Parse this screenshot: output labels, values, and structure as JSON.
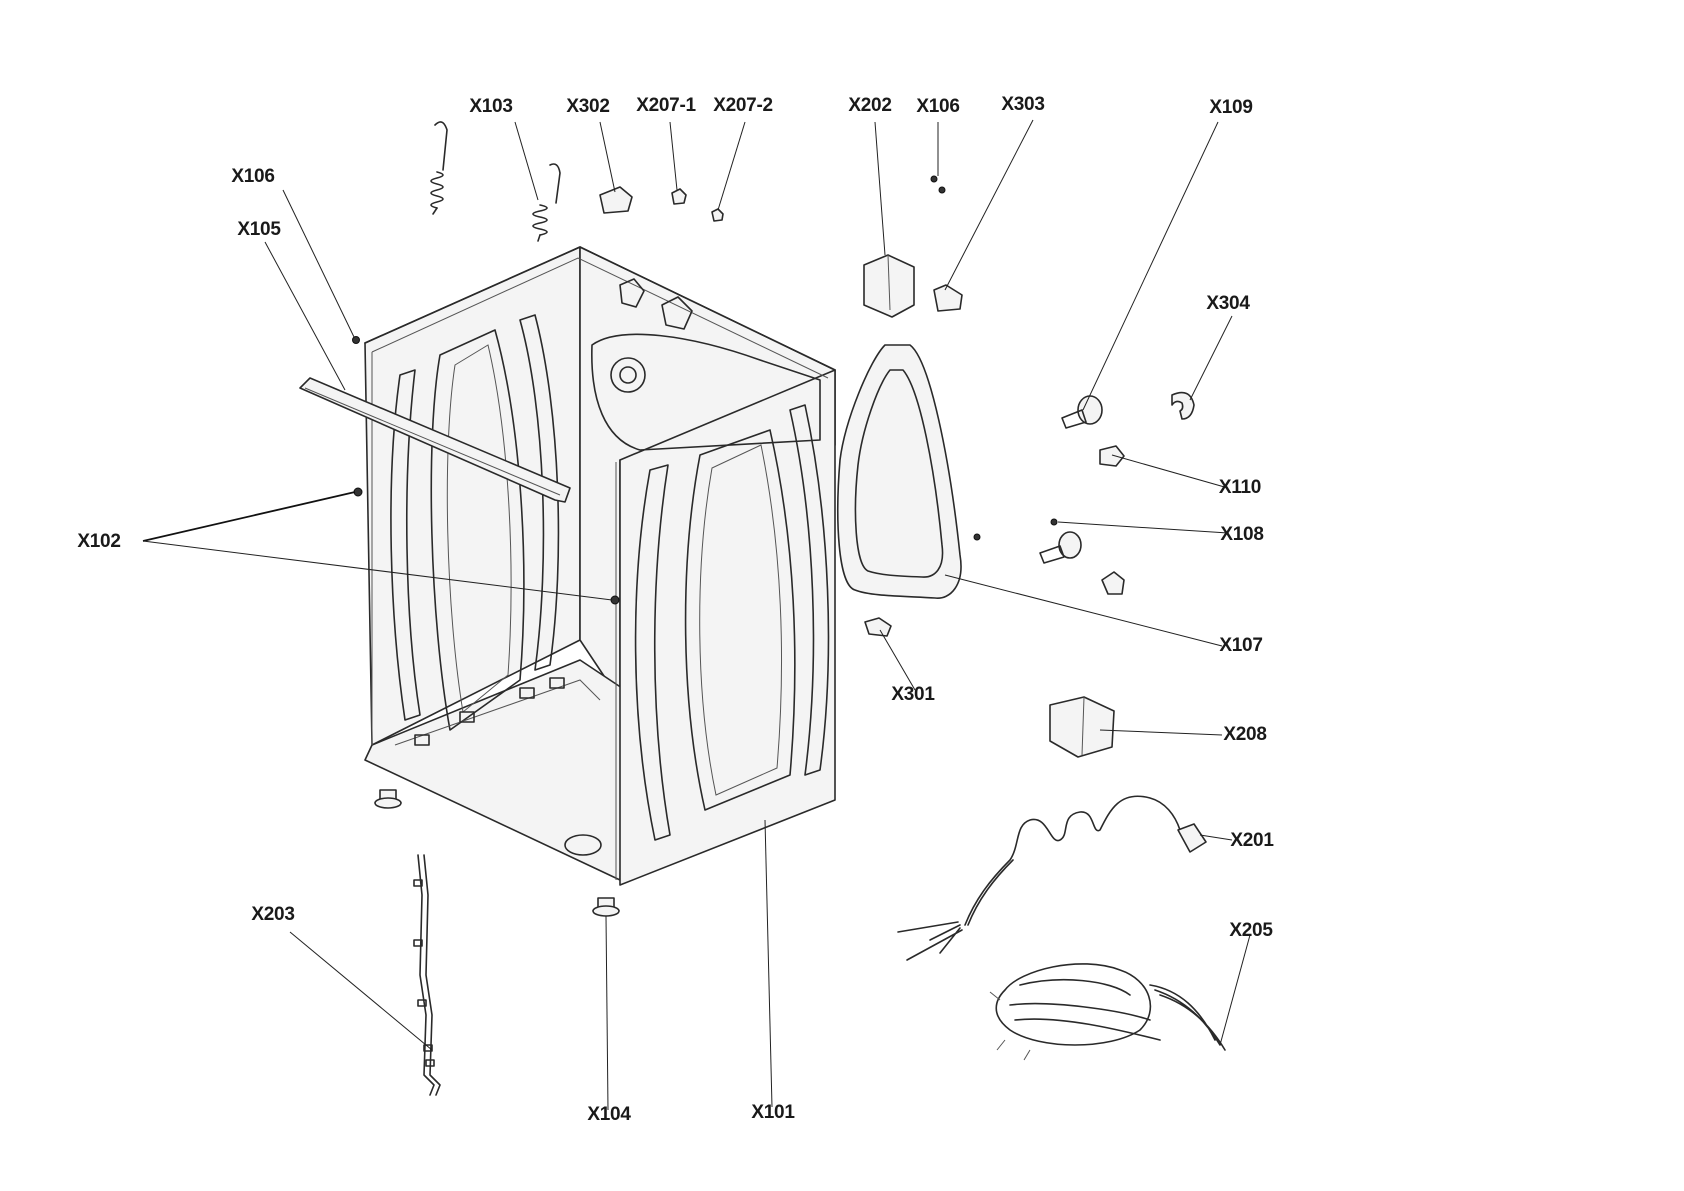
{
  "callouts": [
    {
      "id": "X103",
      "label": "X103"
    },
    {
      "id": "X302",
      "label": "X302"
    },
    {
      "id": "X207-1",
      "label": "X207-1"
    },
    {
      "id": "X207-2",
      "label": "X207-2"
    },
    {
      "id": "X202",
      "label": "X202"
    },
    {
      "id": "X106-top",
      "label": "X106"
    },
    {
      "id": "X303",
      "label": "X303"
    },
    {
      "id": "X109",
      "label": "X109"
    },
    {
      "id": "X106-left",
      "label": "X106"
    },
    {
      "id": "X105",
      "label": "X105"
    },
    {
      "id": "X304",
      "label": "X304"
    },
    {
      "id": "X110",
      "label": "X110"
    },
    {
      "id": "X108",
      "label": "X108"
    },
    {
      "id": "X102",
      "label": "X102"
    },
    {
      "id": "X107",
      "label": "X107"
    },
    {
      "id": "X301",
      "label": "X301"
    },
    {
      "id": "X208",
      "label": "X208"
    },
    {
      "id": "X201",
      "label": "X201"
    },
    {
      "id": "X203",
      "label": "X203"
    },
    {
      "id": "X205",
      "label": "X205"
    },
    {
      "id": "X104",
      "label": "X104"
    },
    {
      "id": "X101",
      "label": "X101"
    }
  ]
}
